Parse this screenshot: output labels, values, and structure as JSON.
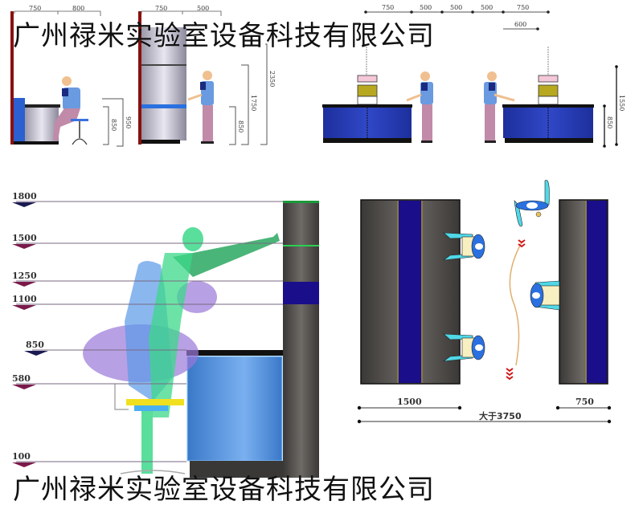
{
  "watermark": {
    "top_text": "广州禄米实验室设备科技有限公司",
    "bottom_text": "广州禄米实验室设备科技有限公司"
  },
  "panel_seated_bench": {
    "top_dims": [
      "750",
      "800"
    ],
    "vertical_dims": [
      "850",
      "950"
    ]
  },
  "panel_standing_cabinet": {
    "top_dims": [
      "750",
      "500"
    ],
    "vertical_dims": [
      "850",
      "1750",
      "2350"
    ]
  },
  "panel_island_bench": {
    "top_dims": [
      "750",
      "500",
      "500",
      "500",
      "750"
    ],
    "secondary_dim": "600",
    "vertical_dims": [
      "850",
      "1550"
    ]
  },
  "panel_reach_heights": {
    "levels": [
      {
        "label": "1800",
        "color": "#1a1a50"
      },
      {
        "label": "1500",
        "color": "#7a1a4a"
      },
      {
        "label": "1250",
        "color": "#7a1a4a"
      },
      {
        "label": "1100",
        "color": "#7a1a4a"
      },
      {
        "label": "850",
        "color": "#1a1a50"
      },
      {
        "label": "580",
        "color": "#7a1a4a"
      },
      {
        "label": "100",
        "color": "#7a1a4a"
      }
    ]
  },
  "panel_plan_view": {
    "dim_left": "1500",
    "dim_right": "750",
    "dim_total": "大于3750"
  },
  "colors": {
    "bench_blue": "#2a3fb8",
    "cabinet_grey": "#5a5652",
    "accent_navy": "#1a0e8a",
    "wall_red": "#8a1010",
    "green_figure": "#3cd88a",
    "reagent_yellow": "#b8a820",
    "reagent_pink": "#f0c8d8"
  }
}
